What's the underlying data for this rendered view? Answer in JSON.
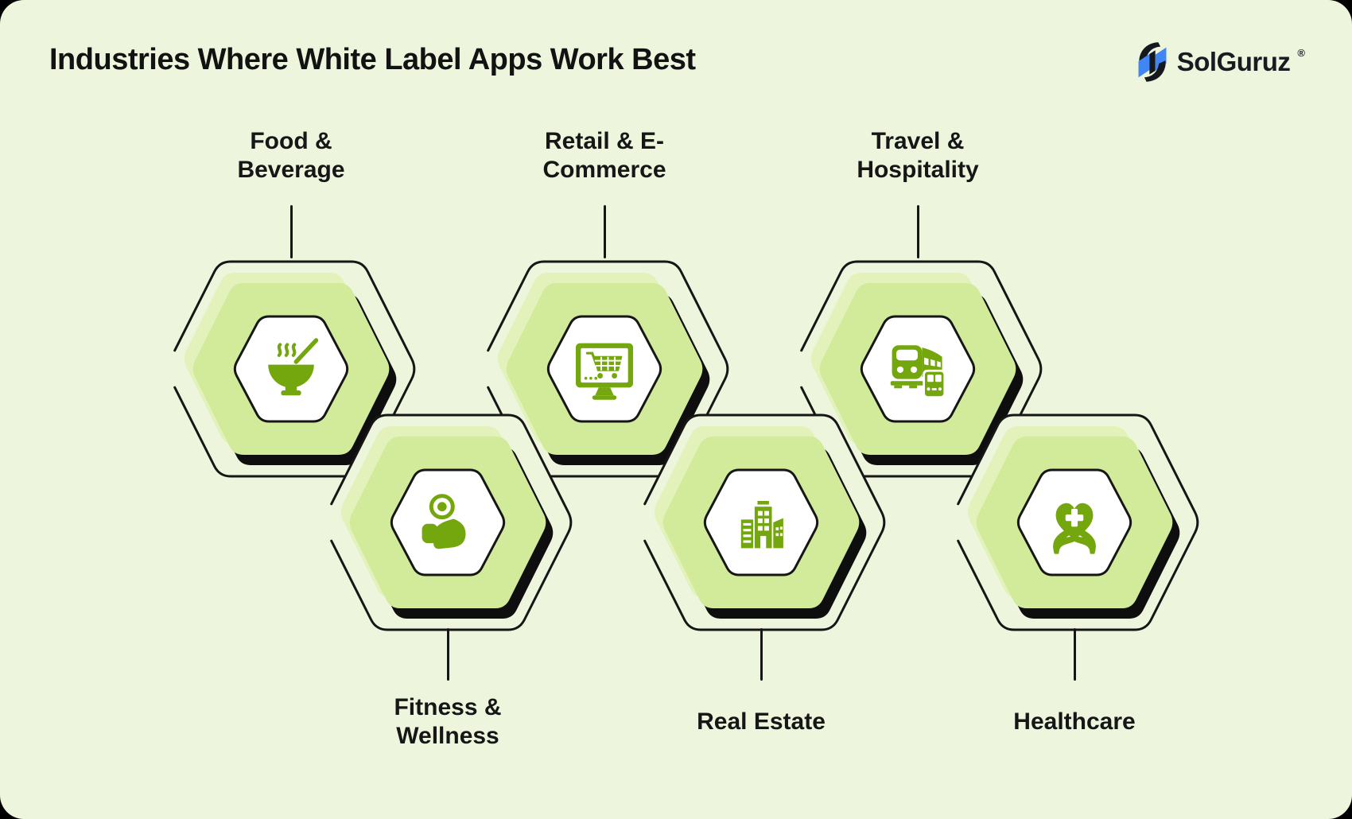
{
  "title": "Industries Where White Label Apps Work Best",
  "logo": {
    "text": "SolGuruz",
    "registered": "®"
  },
  "industries": [
    {
      "id": "food-beverage",
      "label": "Food & Beverage",
      "label_lines": [
        "Food &",
        "Beverage"
      ],
      "icon": "soup-bowl-icon",
      "row": "top"
    },
    {
      "id": "retail-ecommerce",
      "label": "Retail & E-Commerce",
      "label_lines": [
        "Retail & E-",
        "Commerce"
      ],
      "icon": "ecommerce-monitor-cart-icon",
      "row": "top"
    },
    {
      "id": "travel-hospitality",
      "label": "Travel & Hospitality",
      "label_lines": [
        "Travel &",
        "Hospitality"
      ],
      "icon": "train-bus-icon",
      "row": "top"
    },
    {
      "id": "fitness-wellness",
      "label": "Fitness & Wellness",
      "label_lines": [
        "Fitness &",
        "Wellness"
      ],
      "icon": "bicep-dumbbell-icon",
      "row": "bottom"
    },
    {
      "id": "real-estate",
      "label": "Real Estate",
      "label_lines": [
        "Real Estate"
      ],
      "icon": "buildings-icon",
      "row": "bottom"
    },
    {
      "id": "healthcare",
      "label": "Healthcare",
      "label_lines": [
        "Healthcare"
      ],
      "icon": "heart-cross-hands-icon",
      "row": "bottom"
    }
  ],
  "colors": {
    "background": "#edf6dc",
    "hexagon_green": "#d2eb9b",
    "hexagon_green_light": "#e3f2bb",
    "hexagon_shadow": "#0e0e0e",
    "outline": "#161616",
    "icon_green": "#74a60e",
    "logo_blue": "#4086f4",
    "text": "#121212"
  }
}
